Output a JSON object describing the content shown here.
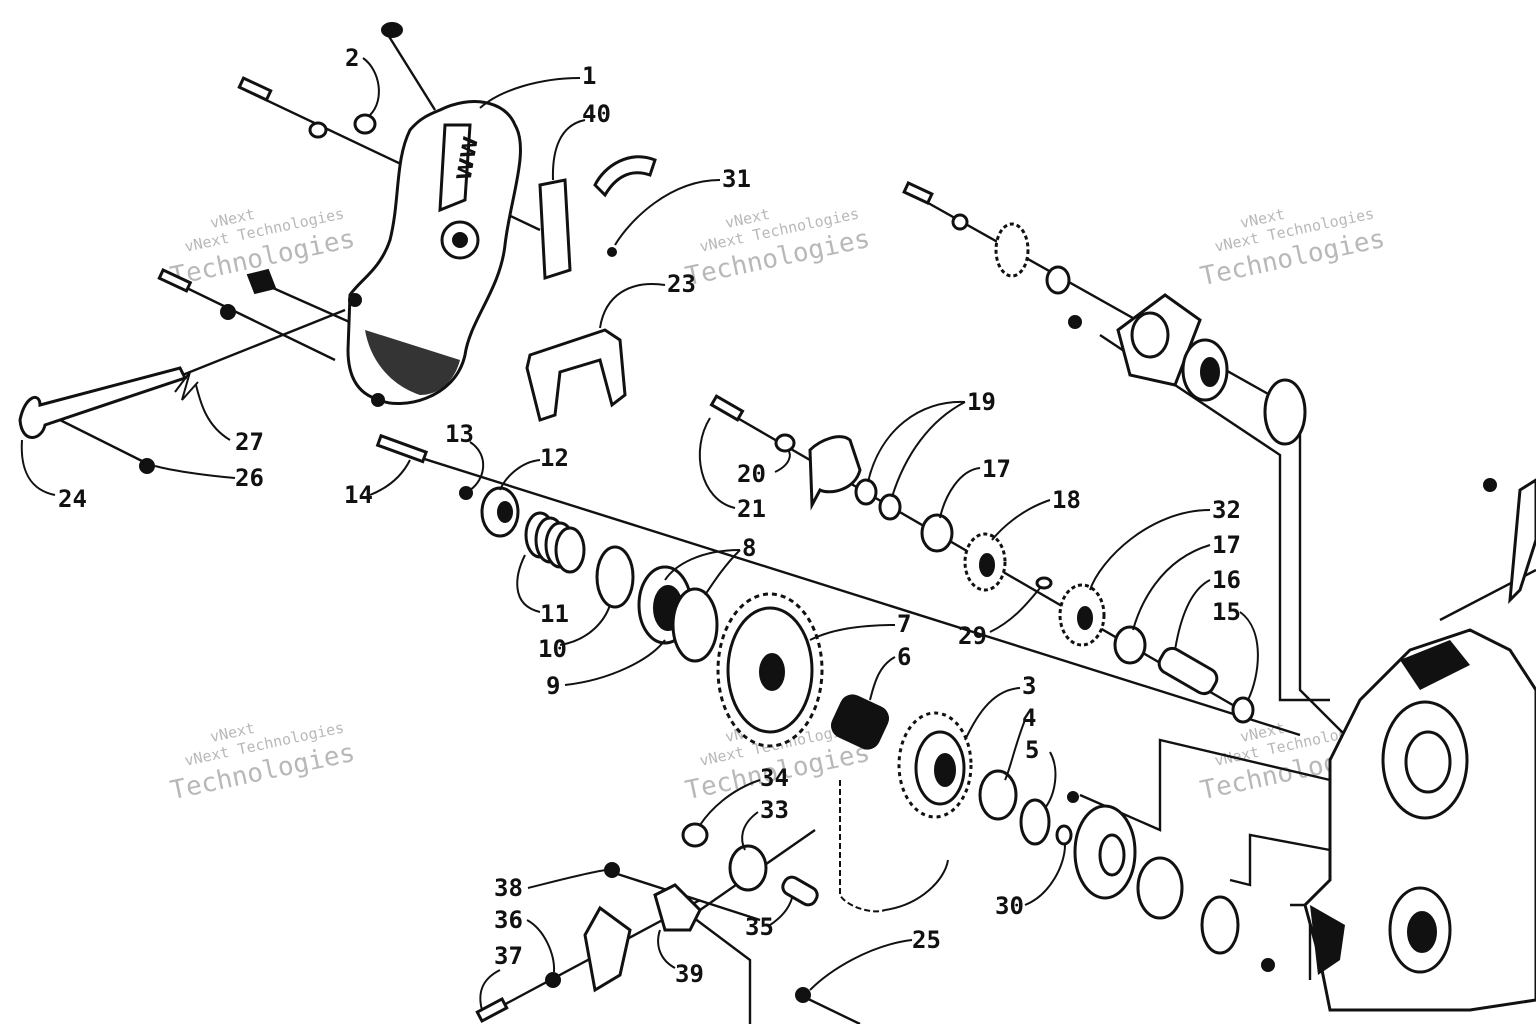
{
  "watermark": {
    "brand_line": "vNext",
    "company_line": "vNext Technologies",
    "big_line": "Technologies"
  },
  "callouts": [
    {
      "id": "c1",
      "text": "1"
    },
    {
      "id": "c2",
      "text": "2"
    },
    {
      "id": "c40",
      "text": "40"
    },
    {
      "id": "c31",
      "text": "31"
    },
    {
      "id": "c23",
      "text": "23"
    },
    {
      "id": "c27",
      "text": "27"
    },
    {
      "id": "c26",
      "text": "26"
    },
    {
      "id": "c24",
      "text": "24"
    },
    {
      "id": "c13",
      "text": "13"
    },
    {
      "id": "c12",
      "text": "12"
    },
    {
      "id": "c14",
      "text": "14"
    },
    {
      "id": "c11",
      "text": "11"
    },
    {
      "id": "c10",
      "text": "10"
    },
    {
      "id": "c9",
      "text": "9"
    },
    {
      "id": "c8",
      "text": "8"
    },
    {
      "id": "c7",
      "text": "7"
    },
    {
      "id": "c6",
      "text": "6"
    },
    {
      "id": "c19",
      "text": "19"
    },
    {
      "id": "c20",
      "text": "20"
    },
    {
      "id": "c21",
      "text": "21"
    },
    {
      "id": "c17a",
      "text": "17"
    },
    {
      "id": "c18",
      "text": "18"
    },
    {
      "id": "c32",
      "text": "32"
    },
    {
      "id": "c17b",
      "text": "17"
    },
    {
      "id": "c16",
      "text": "16"
    },
    {
      "id": "c15",
      "text": "15"
    },
    {
      "id": "c29",
      "text": "29"
    },
    {
      "id": "c3",
      "text": "3"
    },
    {
      "id": "c4",
      "text": "4"
    },
    {
      "id": "c5",
      "text": "5"
    },
    {
      "id": "c30",
      "text": "30"
    },
    {
      "id": "c34",
      "text": "34"
    },
    {
      "id": "c33",
      "text": "33"
    },
    {
      "id": "c38",
      "text": "38"
    },
    {
      "id": "c36",
      "text": "36"
    },
    {
      "id": "c37",
      "text": "37"
    },
    {
      "id": "c39",
      "text": "39"
    },
    {
      "id": "c35",
      "text": "35"
    },
    {
      "id": "c25",
      "text": "25"
    }
  ]
}
